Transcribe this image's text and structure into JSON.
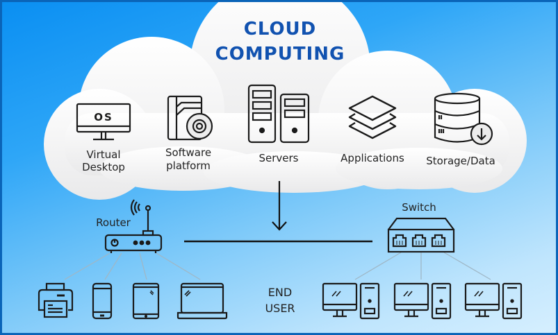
{
  "title": {
    "line1": "CLOUD",
    "line2": "COMPUTING"
  },
  "colors": {
    "title": "#1152b0",
    "border": "#0a64b8",
    "background_top": "#0a8ff2",
    "background_bottom": "#d6effe",
    "cloud": "#ececec",
    "icon_stroke": "#1a1a1a",
    "connector": "#9ab6c8"
  },
  "cloud_services": [
    {
      "icon": "os-monitor-icon",
      "icon_text": "OS",
      "label_line1": "Virtual",
      "label_line2": "Desktop"
    },
    {
      "icon": "software-box-disc-icon",
      "label_line1": "Software",
      "label_line2": "platform"
    },
    {
      "icon": "servers-icon",
      "label_line1": "Servers"
    },
    {
      "icon": "layers-icon",
      "label_line1": "Applications"
    },
    {
      "icon": "database-download-icon",
      "label_line1": "Storage/Data"
    }
  ],
  "network": {
    "router_label": "Router",
    "switch_label": "Switch",
    "end_user_line1": "END",
    "end_user_line2": "USER"
  },
  "router_devices": [
    {
      "icon": "printer-icon"
    },
    {
      "icon": "smartphone-icon"
    },
    {
      "icon": "tablet-icon"
    },
    {
      "icon": "laptop-icon"
    }
  ],
  "switch_devices": [
    {
      "icon": "desktop-computer-icon"
    },
    {
      "icon": "desktop-computer-icon"
    },
    {
      "icon": "desktop-computer-icon"
    }
  ]
}
